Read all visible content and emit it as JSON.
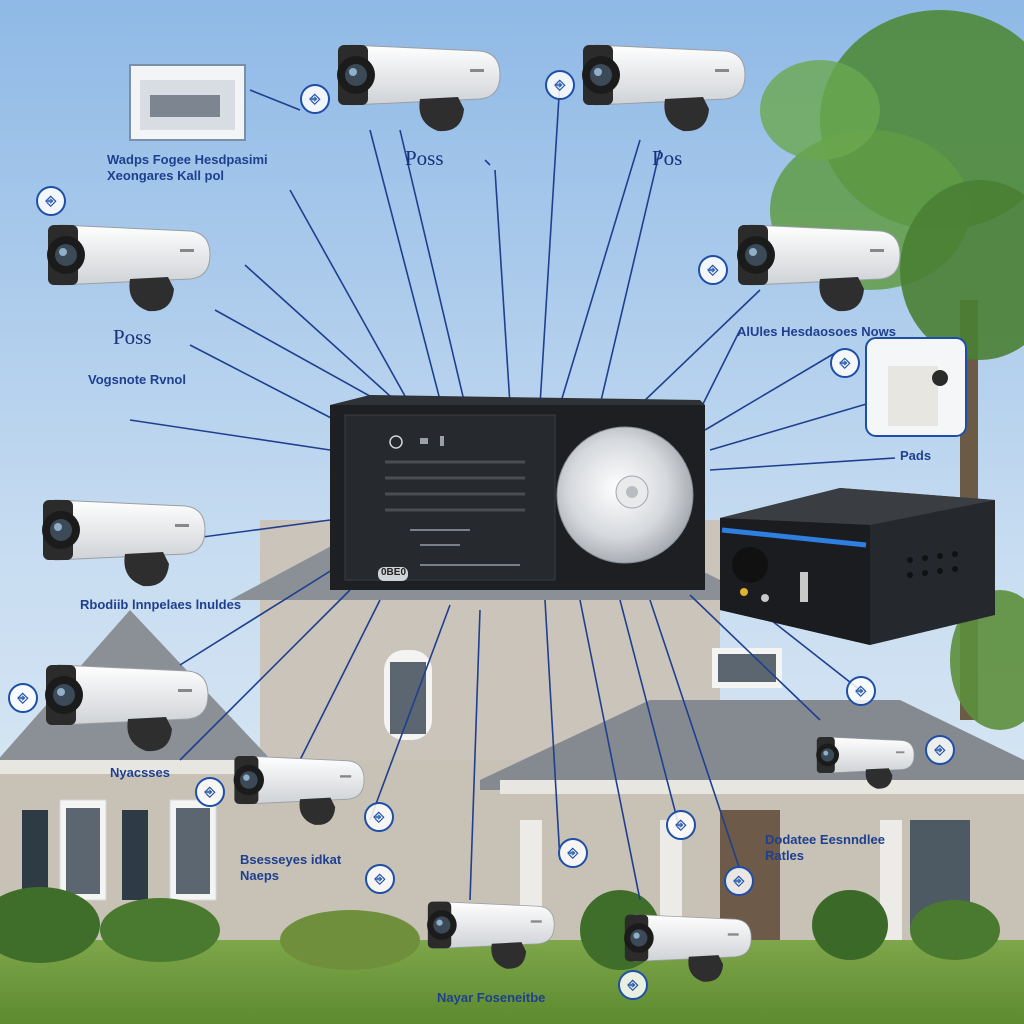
{
  "labels": {
    "top_left_caption": "Wadps Fogee Hesdpasimi\nXeongares Kall pol",
    "pos_top_center": "Poss",
    "pos_top_right": "Pos",
    "pos_left": "Poss",
    "left_small": "Vogsnote Rvnol",
    "right_upper": "AlUles Hesdaosoes Nows",
    "right_small": "Pads",
    "left_middle": "Rbodiib lnnpelaes lnuldes",
    "left_lower": "Nyacsses",
    "center_left_lower": "Bsesseyes idkat\nNaeps",
    "right_lower": "Dodatee Eesnndlee\nRatles",
    "bottom_center": "Nayar Foseneitbe",
    "dvr_front": "0BE0"
  },
  "icons": {
    "camera": "cctv-bullet-camera-icon",
    "dvr": "dvr-recorder-icon",
    "disc": "hard-disk-platter-icon",
    "nvr": "network-video-recorder-icon",
    "badge": "label-badge-icon",
    "tree": "tree-icon",
    "house": "house-icon"
  },
  "colors": {
    "sky_top": "#9ec3ea",
    "sky_bottom": "#d8e8f5",
    "wire": "#1f3f8f",
    "camera_body": "#f2f2f2",
    "camera_dark": "#2b2b2b",
    "dvr_body": "#1d1f22",
    "grass": "#6a9a3a",
    "roof": "#8a8e94",
    "wall": "#c9c3b9",
    "text": "#1f3f8f"
  }
}
